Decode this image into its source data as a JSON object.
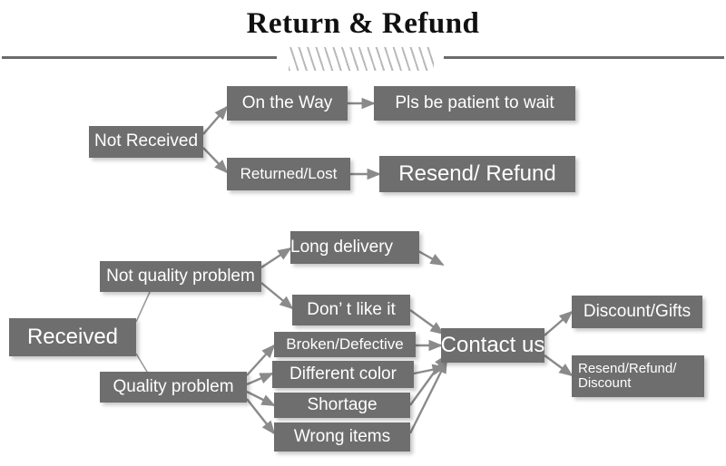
{
  "header": {
    "title": "Return & Refund",
    "divider_icon": "hatched-divider"
  },
  "diagram": {
    "type": "flowchart",
    "accent_box_color": "#6e6e6e",
    "text_color": "#ffffff",
    "background_color": "#ffffff",
    "branches": [
      {
        "root": "Not Received",
        "paths": [
          {
            "cause": "On the Way",
            "outcome": "Pls be patient to wait"
          },
          {
            "cause": "Returned/Lost",
            "outcome": "Resend/ Refund"
          }
        ]
      },
      {
        "root": "Received",
        "paths": [
          {
            "category": "Not quality problem",
            "reasons": [
              "Long delivery",
              "Don’ t like it"
            ]
          },
          {
            "category": "Quality problem",
            "reasons": [
              "Broken/Defective",
              "Different color",
              "Shortage",
              "Wrong items"
            ]
          }
        ],
        "hub": "Contact us",
        "outcomes": [
          "Discount/Gifts",
          "Resend/Refund/\nDiscount"
        ]
      }
    ]
  },
  "nodes": {
    "not_received": "Not Received",
    "on_the_way": "On the Way",
    "pls_be_patient": "Pls be patient to wait",
    "returned_lost": "Returned/Lost",
    "resend_refund": "Resend/ Refund",
    "received": "Received",
    "not_quality_problem": "Not quality problem",
    "long_delivery": "Long delivery",
    "dont_like_it": "Don’ t like it",
    "quality_problem": "Quality problem",
    "broken_defective": "Broken/Defective",
    "different_color": "Different color",
    "shortage": "Shortage",
    "wrong_items": "Wrong items",
    "contact_us": "Contact us",
    "discount_gifts": "Discount/Gifts",
    "resend_refund_discount": "Resend/Refund/ Discount"
  }
}
